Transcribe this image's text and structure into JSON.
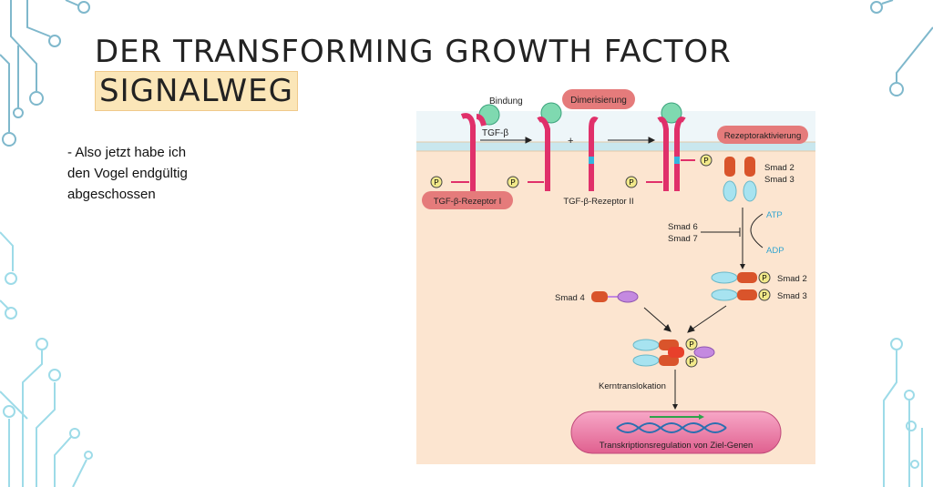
{
  "slide": {
    "title_line1": "DER TRANSFORMING GROWTH FACTOR",
    "title_line2": "SIGNALWEG",
    "bullet": "- Also jetzt habe ich den Vogel endgültig abgeschossen"
  },
  "figure": {
    "bindung": "Bindung",
    "dimerisierung": "Dimerisierung",
    "tgf_beta": "TGF-β",
    "plus": "+",
    "rezeptoraktivierung": "Rezeptoraktivierung",
    "rezeptor_1": "TGF-β-Rezeptor I",
    "rezeptor_2": "TGF-β-Rezeptor II",
    "smad2": "Smad 2",
    "smad3": "Smad 3",
    "smad6": "Smad 6",
    "smad7": "Smad 7",
    "atp": "ATP",
    "adp": "ADP",
    "smad2_p": "Smad 2",
    "smad3_p": "Smad 3",
    "smad4": "Smad 4",
    "p": "P",
    "kerntranslokation": "Kerntranslokation",
    "transkription": "Transkriptionsregulation von Ziel-Genen"
  },
  "colors": {
    "receptor": "#e0306a",
    "tgf": "#7fd9b0",
    "membrane": "#c9e7ee",
    "cytoplasm": "#fce5d0",
    "label_box": "#e57b7b",
    "smad_orange": "#d9542b",
    "smad_cyan": "#a7e3f0",
    "smad4_purple": "#c489e0",
    "phosphate": "#f2e98a",
    "circuit": "#7fb8cc",
    "circuit_light": "#9ddbe8"
  }
}
